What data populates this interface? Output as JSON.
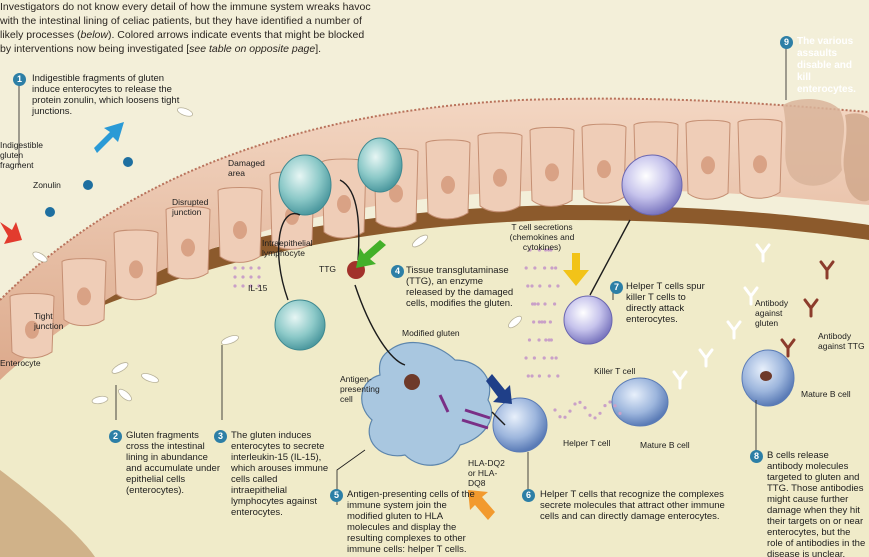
{
  "intro": {
    "part1": "Investigators do not know every detail of how the immune system wreaks havoc with the intestinal lining of celiac patients, but they have identified a number of likely processes (",
    "below": "below",
    "part2": "). Colored arrows indicate events that might be blocked by interventions now being investigated [",
    "see_table": "see table on opposite page",
    "part3": "]."
  },
  "steps": [
    {
      "number": "1",
      "text": "Indigestible fragments of gluten induce enterocytes to release the protein zonulin, which loosens tight junctions."
    },
    {
      "number": "2",
      "text": "Gluten fragments cross the intestinal lining in abundance and accumulate under epithelial cells (enterocytes)."
    },
    {
      "number": "3",
      "text": "The gluten induces enterocytes to secrete interleukin-15 (IL-15), which arouses immune cells called intraepithelial lymphocytes against enterocytes."
    },
    {
      "number": "4",
      "text": "Tissue transglutaminase (TTG), an enzyme released by the damaged cells, modifies the gluten."
    },
    {
      "number": "5",
      "text": "Antigen-presenting cells of the immune system join the modified gluten to HLA molecules and display the resulting complexes to other immune cells: helper T cells."
    },
    {
      "number": "6",
      "text": "Helper T cells that recognize the complexes secrete molecules that attract other immune cells and can directly damage enterocytes."
    },
    {
      "number": "7",
      "text": "Helper T cells spur killer T cells to directly attack enterocytes."
    },
    {
      "number": "8",
      "text": "B cells release antibody molecules targeted to gluten and TTG. Those antibodies might cause further damage when they hit their targets on or near enterocytes, but the role of antibodies in the disease is unclear."
    },
    {
      "number": "9",
      "text": "The various assaults disable and kill enterocytes."
    }
  ],
  "labels": {
    "indigestible_gluten_fragment": "Indigestible gluten fragment",
    "zonulin": "Zonulin",
    "disrupted_junction": "Disrupted junction",
    "tight_junction": "Tight junction",
    "enterocyte": "Enterocyte",
    "damaged_area": "Damaged area",
    "intraepithelial_lymphocyte": "Intraepithelial lymphocyte",
    "ttg": "TTG",
    "il15": "IL-15",
    "modified_gluten": "Modified gluten",
    "antigen_presenting_cell": "Antigen-presenting cell",
    "hla": "HLA-DQ2 or HLA-DQ8",
    "helper_t_cell": "Helper T cell",
    "t_cell_secretions": "T cell secretions (chemokines and cytokines)",
    "killer_t_cell": "Killer T cell",
    "mature_b_cell_1": "Mature B cell",
    "mature_b_cell_2": "Mature B cell",
    "antibody_gluten": "Antibody against gluten",
    "antibody_ttg": "Antibody against TTG"
  },
  "colors": {
    "lumen": "#f3efd9",
    "epithelium": "#e9c2a8",
    "lamina": "#f0ebc9",
    "submucosa": "#8c5a2c",
    "step_badge": "#2d7fa6",
    "arrow_blue": "#2a9ad6",
    "arrow_green": "#43b02a",
    "arrow_red": "#e23b2e",
    "arrow_yellow": "#f2c318",
    "arrow_orange": "#f29a2e",
    "arrow_navy": "#1f3f88"
  }
}
